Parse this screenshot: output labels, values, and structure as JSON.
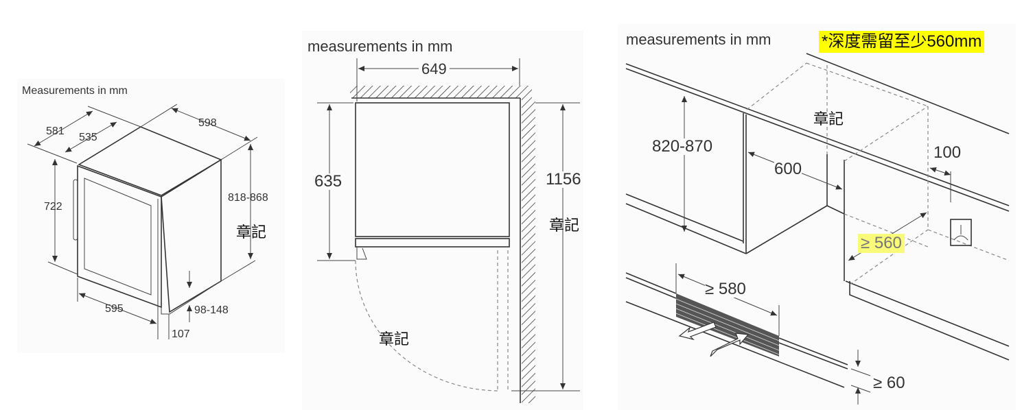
{
  "left_panel": {
    "title": "Measurements in mm",
    "dims": {
      "depth_total": "581",
      "depth_body": "535",
      "width": "598",
      "height_door": "722",
      "height_total": "818-868",
      "door_width": "595",
      "plinth_height": "98-148",
      "plinth_depth": "107"
    },
    "stamp": "章記"
  },
  "middle_panel": {
    "title": "measurements in mm",
    "dims": {
      "width": "649",
      "depth": "635",
      "door_swing": "1156"
    },
    "stamp_right": "章記",
    "stamp_bottom": "章記"
  },
  "right_panel": {
    "title": "measurements in mm",
    "note": "*深度需留至少560mm",
    "note_color": "#ffff00",
    "dims": {
      "niche_height": "820-870",
      "niche_width": "600",
      "socket_offset": "100",
      "niche_depth": "≥ 560",
      "vent_width": "≥ 580",
      "plinth_gap": "≥ 60"
    },
    "stamp": "章記"
  }
}
